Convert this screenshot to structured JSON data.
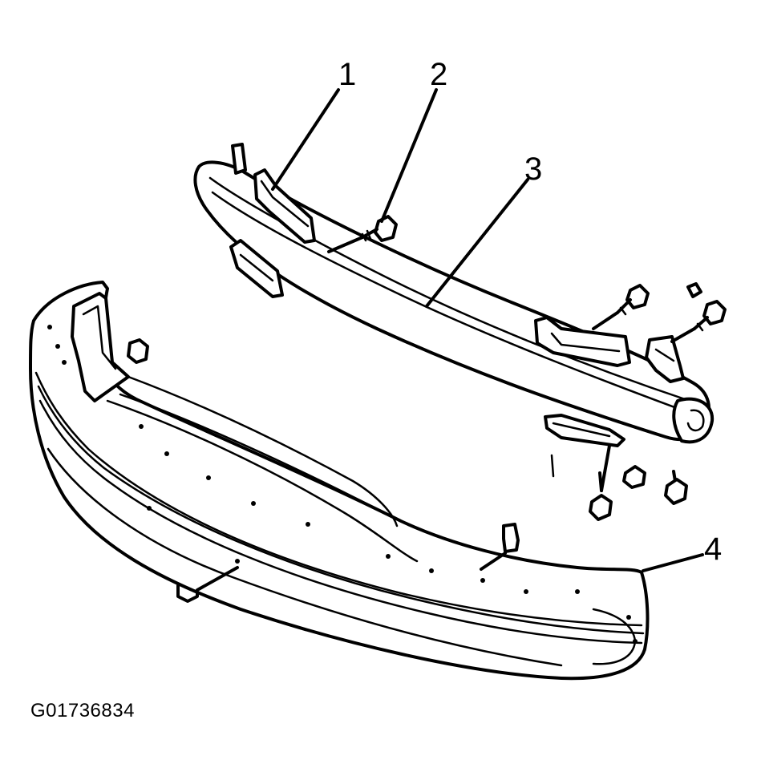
{
  "diagram": {
    "callouts": [
      {
        "id": "1",
        "text": "1"
      },
      {
        "id": "2",
        "text": "2"
      },
      {
        "id": "3",
        "text": "3"
      },
      {
        "id": "4",
        "text": "4"
      }
    ],
    "figure_id": "G01736834"
  }
}
